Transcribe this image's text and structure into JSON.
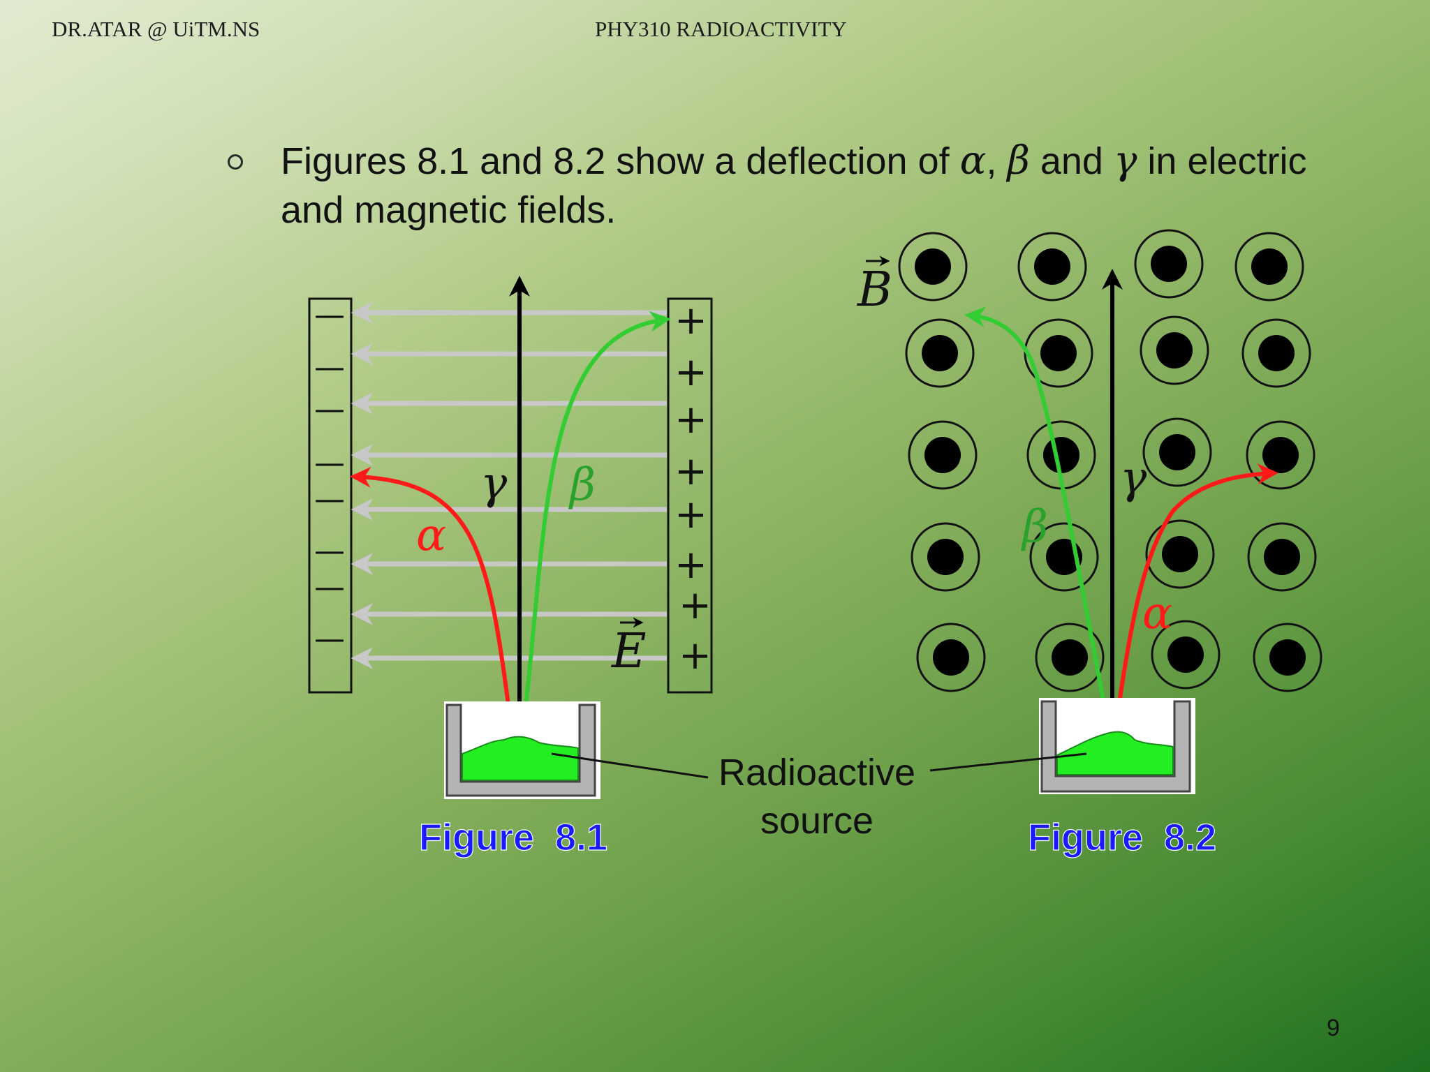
{
  "header": {
    "left": "DR.ATAR @ UiTM.NS",
    "center": "PHY310 RADIOACTIVITY"
  },
  "bullet": {
    "line1_a": "Figures 8.1 and 8.2 show a deflection of ",
    "alpha": "α",
    "sep1": ", ",
    "beta": "β",
    "line1_b": " and ",
    "gamma": "γ",
    "line1_c": " in electric",
    "line2": "and magnetic fields."
  },
  "figure1": {
    "caption": "Figure  8.1",
    "field_label": "E",
    "minus_sign": "—",
    "plus_sign": "+",
    "alpha_label": "α",
    "beta_label": "β",
    "gamma_label": "γ"
  },
  "figure2": {
    "caption": "Figure  8.2",
    "field_label": "B",
    "alpha_label": "α",
    "beta_label": "β",
    "gamma_label": "γ"
  },
  "source_label": {
    "line1": "Radioactive",
    "line2": "source"
  },
  "colors": {
    "alpha": "#ff1a1a",
    "beta": "#33cc33",
    "gamma": "#000000",
    "field_lines": "#c8c8c8",
    "caption": "#1a1aff",
    "source": "#22ee22"
  },
  "page_number": "9"
}
